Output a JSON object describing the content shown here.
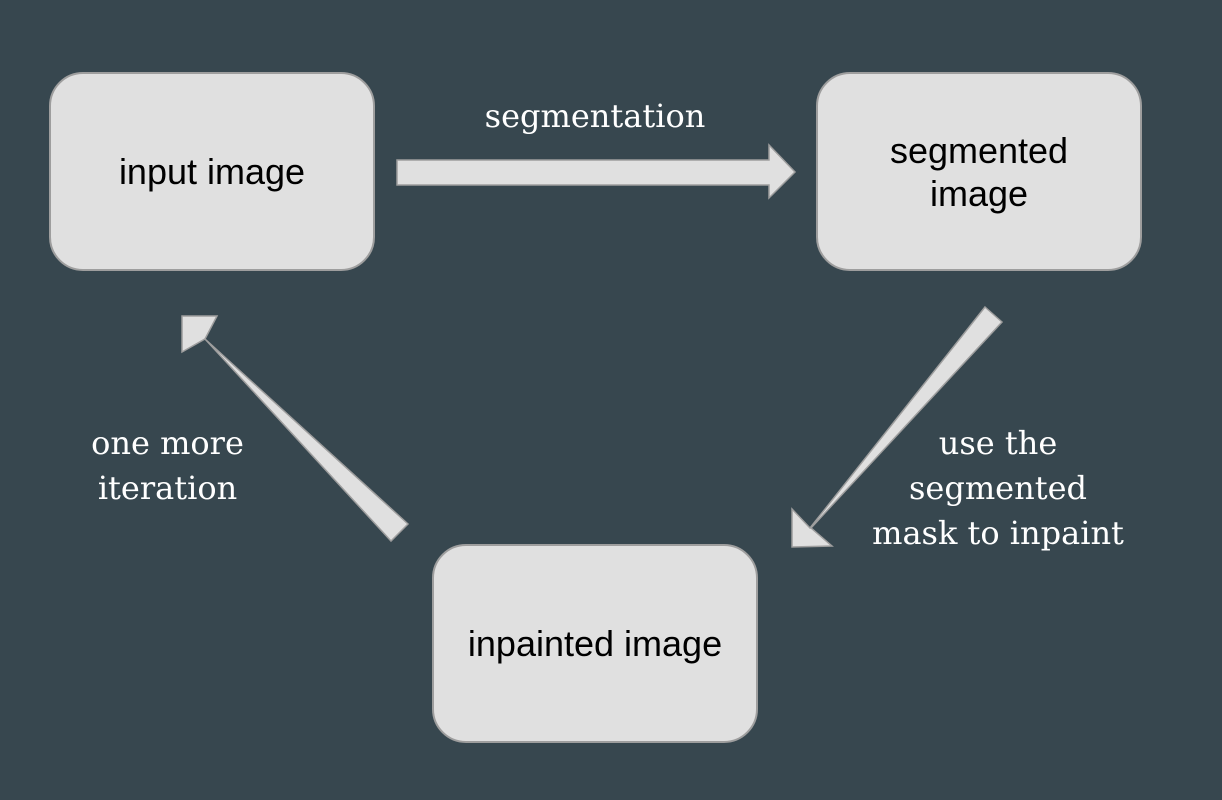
{
  "nodes": {
    "input": "input image",
    "segmented": [
      "segmented",
      "image"
    ],
    "inpainted": "inpainted image"
  },
  "edges": {
    "segmentation": "segmentation",
    "mask": [
      "use the",
      "segmented",
      "mask to inpaint"
    ],
    "iteration": [
      "one more",
      "iteration"
    ]
  },
  "colors": {
    "background": "#37474f",
    "node_fill": "#e0e0e0",
    "node_border": "#9e9e9e",
    "arrow_fill": "#e0e0e0",
    "label_text": "#ffffff"
  }
}
